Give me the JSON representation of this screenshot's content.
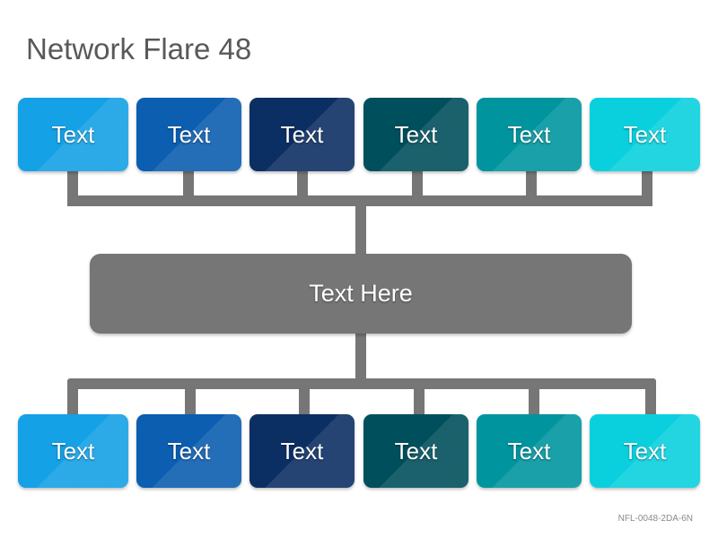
{
  "title": "Network Flare 48",
  "center_label": "Text Here",
  "top_row": [
    {
      "label": "Text",
      "color": "#14a1e6"
    },
    {
      "label": "Text",
      "color": "#0b5eb0"
    },
    {
      "label": "Text",
      "color": "#0c2f63"
    },
    {
      "label": "Text",
      "color": "#004f5c"
    },
    {
      "label": "Text",
      "color": "#00959e"
    },
    {
      "label": "Text",
      "color": "#0ad0de"
    }
  ],
  "bottom_row": [
    {
      "label": "Text",
      "color": "#14a1e6"
    },
    {
      "label": "Text",
      "color": "#0b5eb0"
    },
    {
      "label": "Text",
      "color": "#0c2f63"
    },
    {
      "label": "Text",
      "color": "#004f5c"
    },
    {
      "label": "Text",
      "color": "#00959e"
    },
    {
      "label": "Text",
      "color": "#0ad0de"
    }
  ],
  "connector_color": "#767676",
  "footer_code": "NFL-0048-2DA-6N"
}
